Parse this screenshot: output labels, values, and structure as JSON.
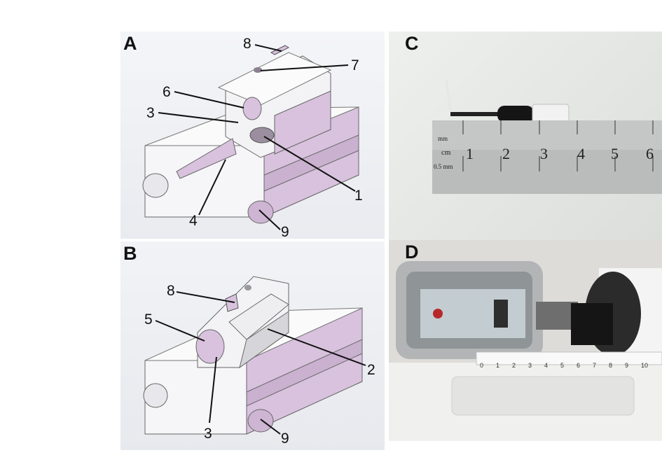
{
  "panels": {
    "a": {
      "label": "A",
      "callouts": [
        "8",
        "7",
        "6",
        "3",
        "1",
        "4",
        "9"
      ]
    },
    "b": {
      "label": "B",
      "callouts": [
        "8",
        "5",
        "2",
        "3",
        "9"
      ]
    },
    "c": {
      "label": "C",
      "ruler": {
        "unit_mm": "mm",
        "unit_cm": "cm",
        "unit_half_mm": "0.5 mm",
        "marks": [
          "1",
          "2",
          "3",
          "4",
          "5",
          "6"
        ]
      }
    },
    "d": {
      "label": "D",
      "ruler_marks": [
        "0",
        "1",
        "2",
        "3",
        "4",
        "5",
        "6",
        "7",
        "8",
        "9",
        "10"
      ]
    }
  },
  "colors": {
    "part_face": "#ffffff",
    "part_shadow": "#d9dbe3",
    "accent_face": "#d9c3df",
    "background_gray": "#eef0f4"
  }
}
